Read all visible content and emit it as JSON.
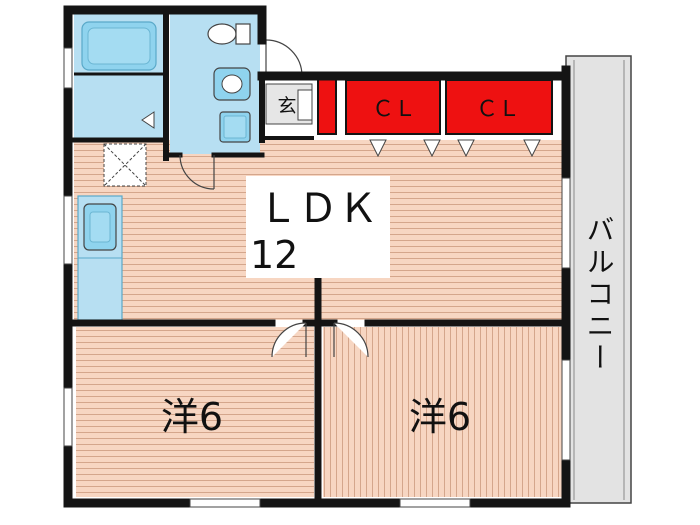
{
  "rooms": {
    "ldk": {
      "name": "ＬＤＫ",
      "size": "12"
    },
    "western_left": {
      "label": "洋6"
    },
    "western_right": {
      "label": "洋6"
    },
    "entrance": {
      "label": "玄"
    },
    "closet_left": {
      "label": "ＣＬ"
    },
    "closet_right": {
      "label": "ＣＬ"
    },
    "balcony": {
      "label": "バルコニー"
    }
  },
  "colors": {
    "wall": "#141414",
    "floor": "#f7d6c2",
    "floor_line": "#cc9a7e",
    "wet_area": "#b7dff2",
    "fixture": "#8fd3ee",
    "closet": "#ee1111",
    "entrance": "#e6e6e6",
    "balcony": "#e3e3e3"
  }
}
